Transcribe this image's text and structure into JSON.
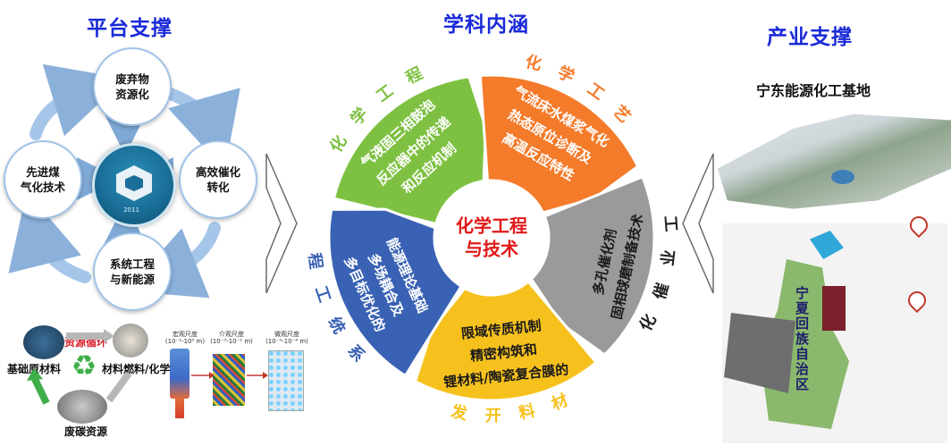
{
  "headings": {
    "left": "平台支撑",
    "center": "学科内涵",
    "right": "产业支撑"
  },
  "platform": {
    "top": "废弃物\n资源化",
    "left": "先进煤\n气化技术",
    "right": "高效催化\n转化",
    "bottom": "系统工程\n与新能源",
    "badge_year": "2011"
  },
  "cycle": {
    "title": "资源循环",
    "raw": "基础原材料",
    "fuel": "材料燃料/化学品",
    "carbon": "废碳资源"
  },
  "scales": {
    "macro": "宏观尺度\n(10⁻¹-10⁰ m)",
    "meso": "介观尺度\n(10⁻³-10⁻¹ m)",
    "micro": "微观尺度\n(10⁻⁹-10⁻⁴ m)"
  },
  "wheel": {
    "center": [
      "化学工程",
      "与技术"
    ],
    "segments": [
      {
        "label": "化学工程",
        "color": "#7ec142",
        "lines": [
          "气液固三相鼓泡",
          "反应器中的传递",
          "和反应机制"
        ]
      },
      {
        "label": "化学工艺",
        "color": "#f47b2a",
        "lines": [
          "气流床水煤浆气化",
          "热态原位诊断及",
          "高温反应特性"
        ]
      },
      {
        "label": "工业催化",
        "color": "#9a9a9a",
        "lines": [
          "固相球磨制备技术",
          "多孔催化剂"
        ]
      },
      {
        "label": "材料开发",
        "color": "#f6c11d",
        "lines": [
          "锂材料/陶瓷复合膜的",
          "精密构筑和",
          "限域传质机制"
        ]
      },
      {
        "label": "系统工程",
        "color": "#3a62b4",
        "lines": [
          "多目标优化的",
          "多场耦合及",
          "能源理论基础"
        ]
      }
    ]
  },
  "industry": {
    "title": "宁东能源化工基地",
    "region": "宁夏回族自治区"
  }
}
